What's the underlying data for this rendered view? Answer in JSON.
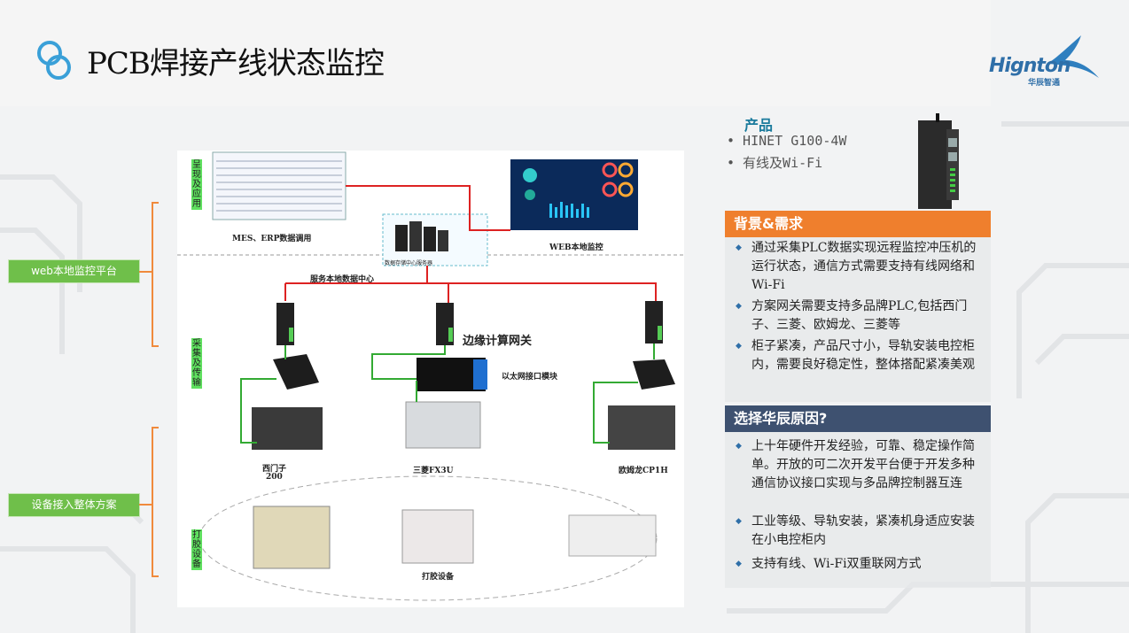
{
  "title": "PCB焊接产线状态监控",
  "logo": {
    "name": "Hignton",
    "sub": "华辰智通"
  },
  "left_labels": {
    "web_platform": "web本地监控平台",
    "device_solution": "设备接入整体方案"
  },
  "diagram": {
    "vlabels": {
      "present": "呈现及应用",
      "collect": "采集及传输",
      "dispense": "打胶设备"
    },
    "mes_erp": "MES、ERP数据调用",
    "web_monitor": "WEB本地监控",
    "data_center": "服务本地数据中心",
    "edge_gateway": "边缘计算网关",
    "ethernet_module": "以太网接口模块",
    "cloud_caption": "数据存储中心服务器",
    "siemens": "西门子",
    "siemens_model": "200",
    "mitsubishi": "三菱FX3U",
    "omron": "欧姆龙CP1H",
    "dispense_equipment": "打胶设备"
  },
  "product": {
    "heading": "产品",
    "items": [
      "• HINET G100-4W",
      "• 有线及Wi-Fi"
    ]
  },
  "background": {
    "heading": "背景&需求",
    "bullets": [
      "通过采集PLC数据实现远程监控冲压机的运行状态，通信方式需要支持有线网络和Wi-Fi",
      "方案网关需要支持多品牌PLC,包括西门子、三菱、欧姆龙、三菱等",
      "柜子紧凑，产品尺寸小，导轨安装电控柜内，需要良好稳定性，整体搭配紧凑美观"
    ]
  },
  "reasons": {
    "heading": "选择华辰原因?",
    "bullets": [
      "上十年硬件开发经验，可靠、稳定操作简单。开放的可二次开发平台便于开发多种通信协议接口实现与多品牌控制器互连",
      "工业等级、导轨安装，紧凑机身适应安装在小电控柜内",
      "支持有线、Wi-Fi双重联网方式"
    ]
  },
  "colors": {
    "orange": "#ef7f2d",
    "navy": "#3e5170",
    "green": "#6fbf4a",
    "accent": "#2f6fa8"
  }
}
